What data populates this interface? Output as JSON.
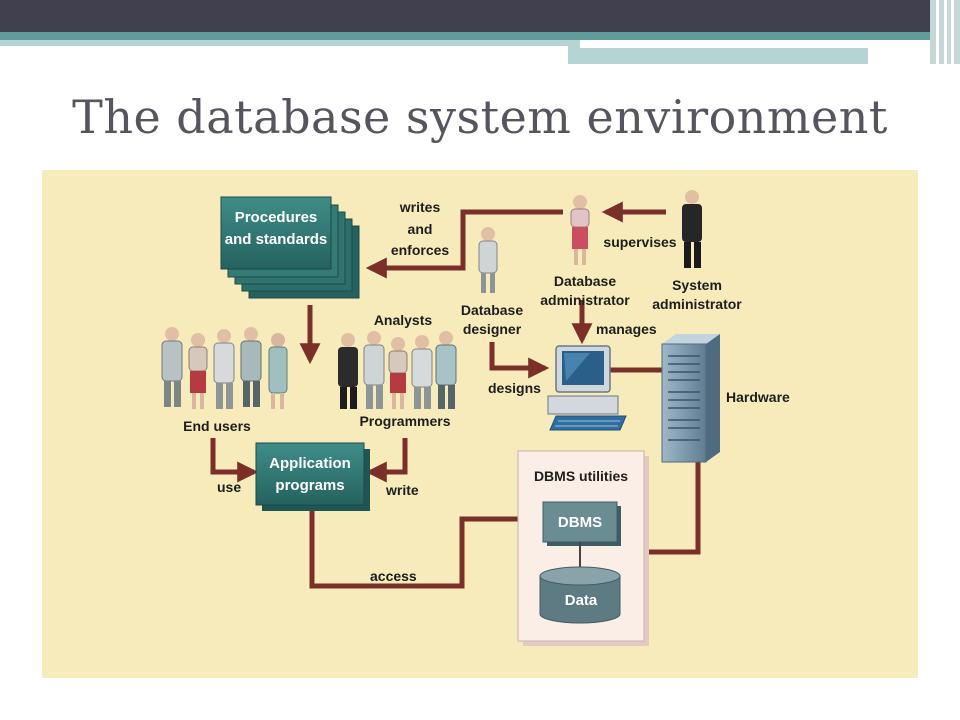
{
  "slide": {
    "title": "The database system environment"
  },
  "diagram": {
    "procedures_box": [
      "Procedures",
      "and standards"
    ],
    "application_box": [
      "Application",
      "programs"
    ],
    "dbms_utilities_label": "DBMS utilities",
    "dbms_label": "DBMS",
    "data_label": "Data",
    "hardware_label": "Hardware",
    "end_users_label": "End users",
    "programmers_label": "Programmers",
    "analysts_label": "Analysts",
    "database_designer_label": [
      "Database",
      "designer"
    ],
    "database_administrator_label": [
      "Database",
      "administrator"
    ],
    "system_administrator_label": [
      "System",
      "administrator"
    ],
    "edge_labels": {
      "writes_and_enforces": [
        "writes",
        "and",
        "enforces"
      ],
      "supervises": "supervises",
      "manages": "manages",
      "designs": "designs",
      "use": "use",
      "write": "write",
      "access": "access"
    },
    "colors": {
      "panel": "#f8ebbb",
      "box_teal": "#2f7a76",
      "arrow": "#7a2f28",
      "dbms_gray": "#5f7f86"
    }
  }
}
